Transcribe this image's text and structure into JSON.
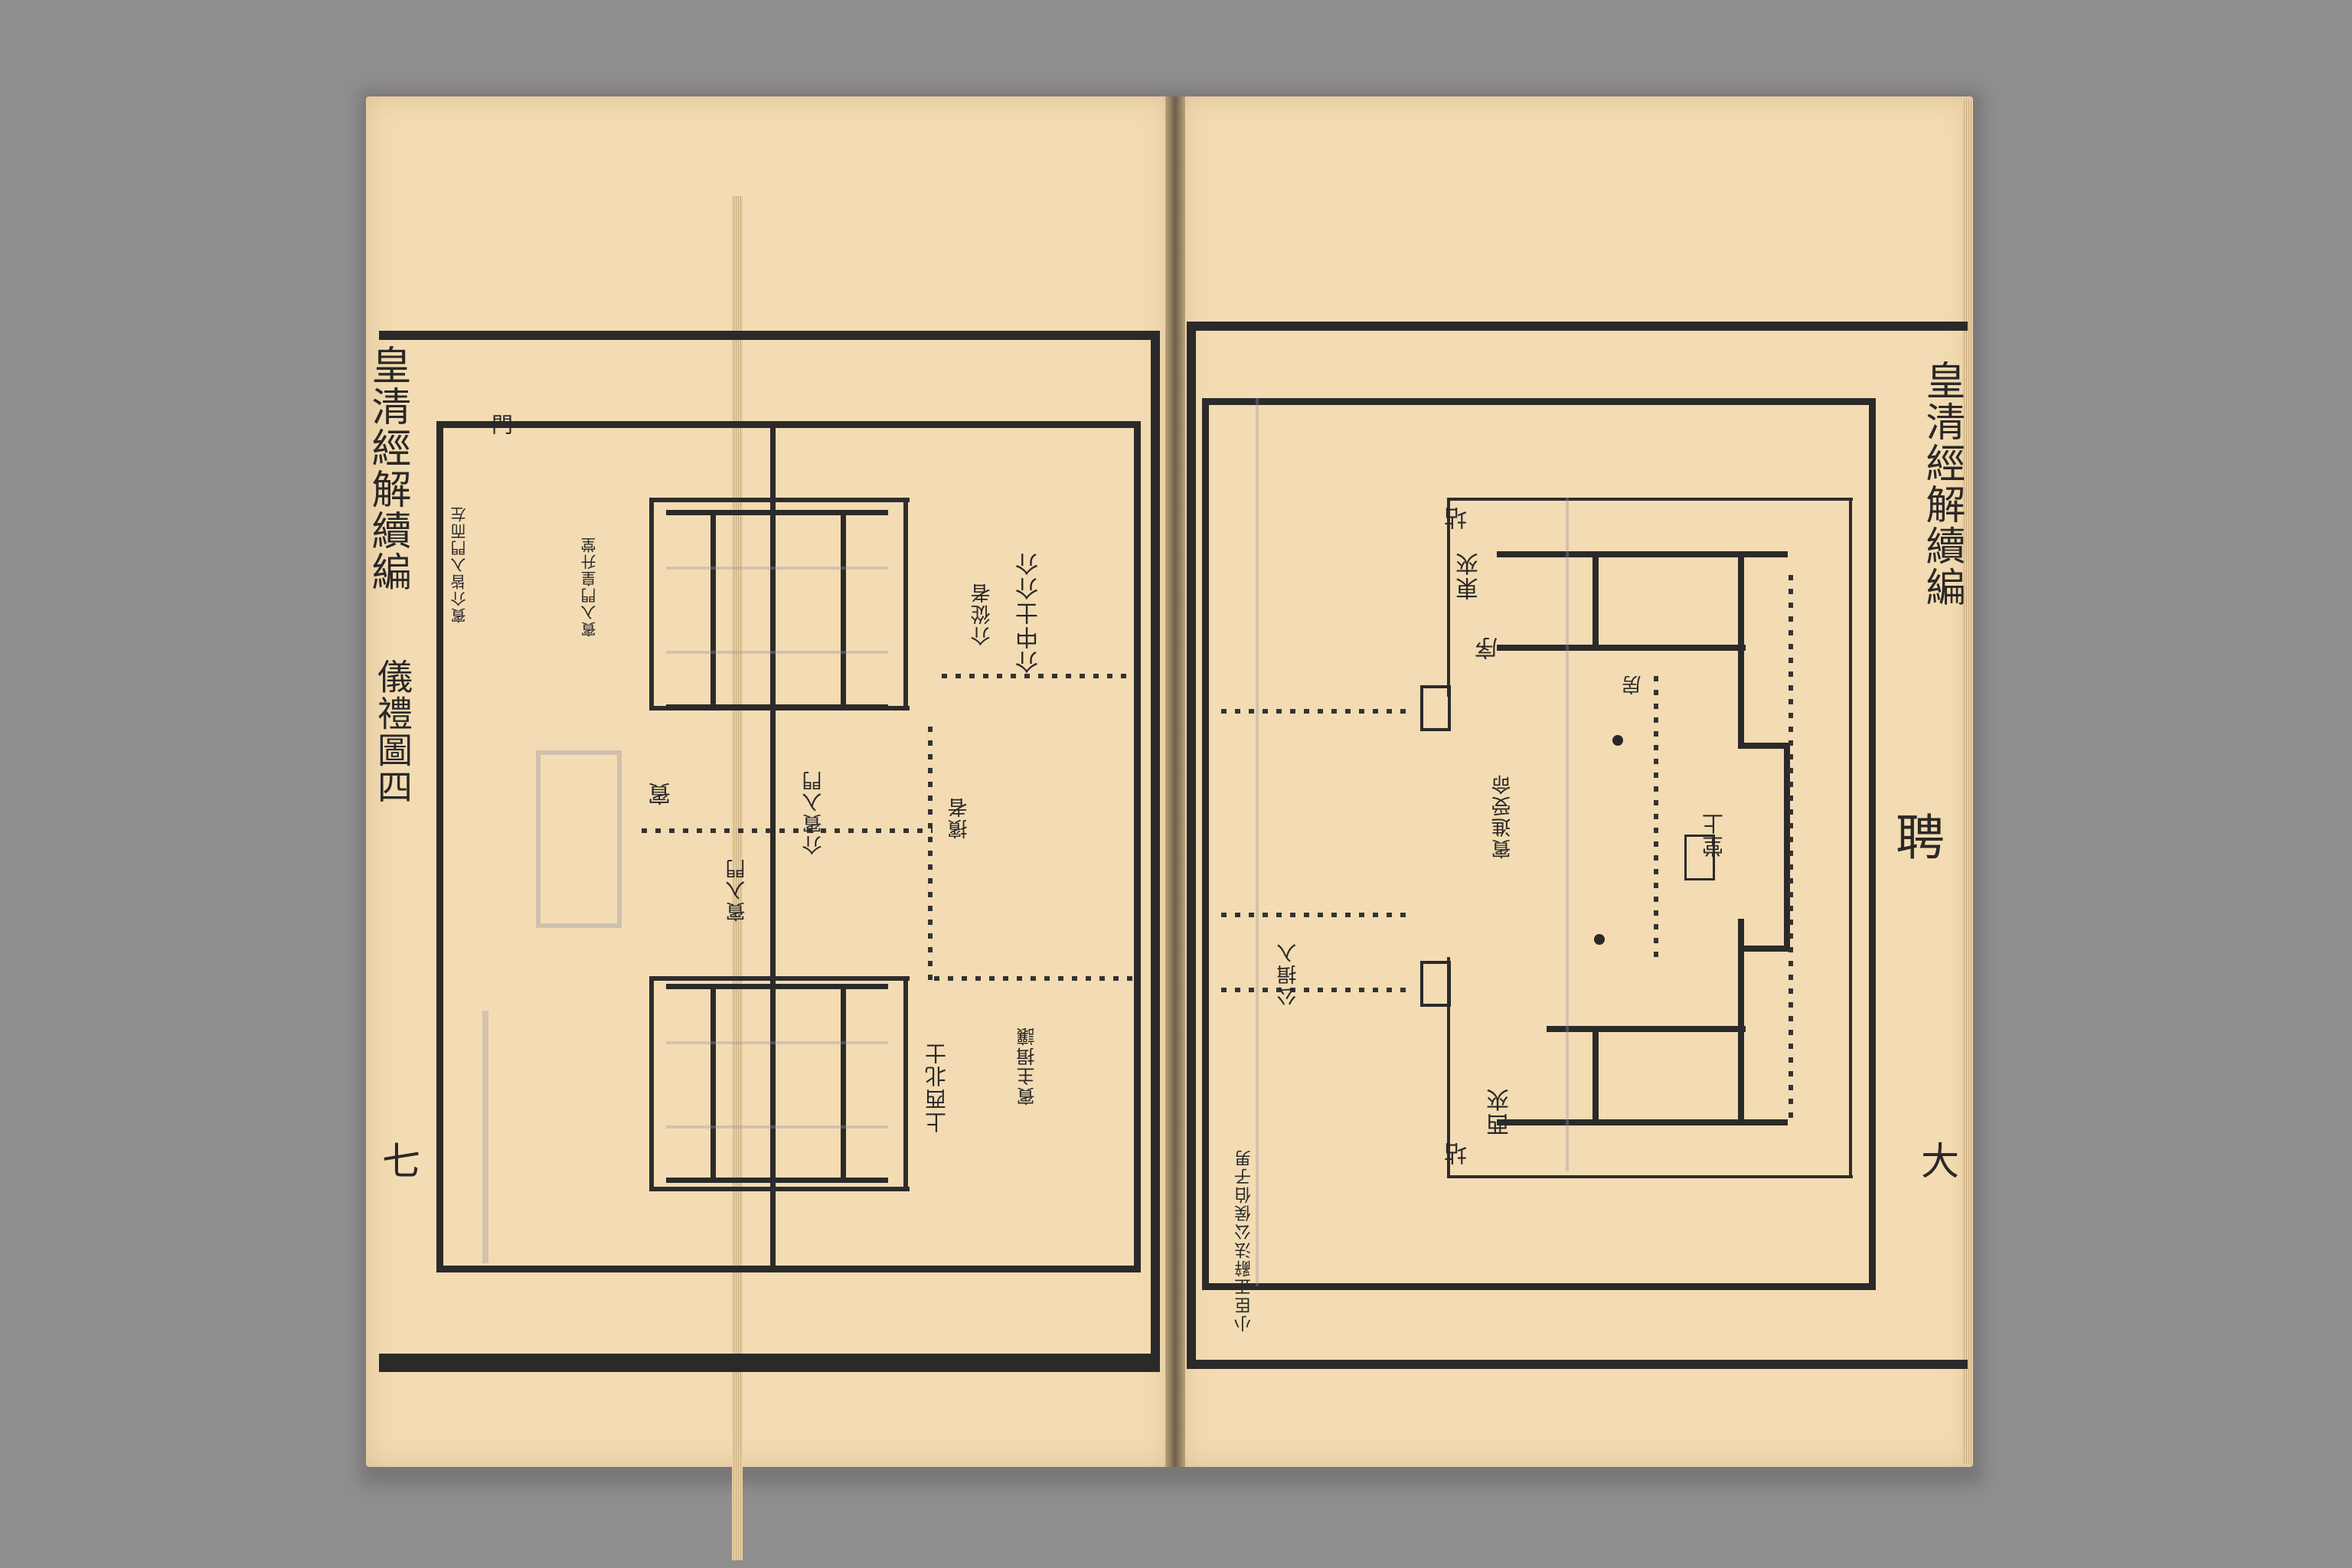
{
  "left_page": {
    "margin_title": "皇清經解續編",
    "chapter_label": "儀禮圖四",
    "folio_mark": "七",
    "diagram_labels": {
      "gate": "門",
      "top_right": "介中士介介",
      "top_right_2": "介從者",
      "mid_a": "介賓入門",
      "mid_b": "賓入門",
      "mid_c": "擯者",
      "mid_d": "賓",
      "bottom": "上西北士",
      "notes_1": "賓介皆入門而左",
      "notes_2": "賓入門皇升堂",
      "notes_3": "賓主揖讓"
    }
  },
  "right_page": {
    "margin_title": "皇清經解續編",
    "section_title": "聘",
    "folio_mark": "大",
    "diagram_labels": {
      "room_a": "堂上",
      "room_b": "東夾",
      "room_c": "西夾",
      "room_d": "房",
      "room_e": "序",
      "mid_a": "賓進受命",
      "mid_b": "公揖入",
      "corner_a": "坫",
      "corner_b": "坫",
      "notes": "小臣正辭法公侯伯子男"
    }
  }
}
